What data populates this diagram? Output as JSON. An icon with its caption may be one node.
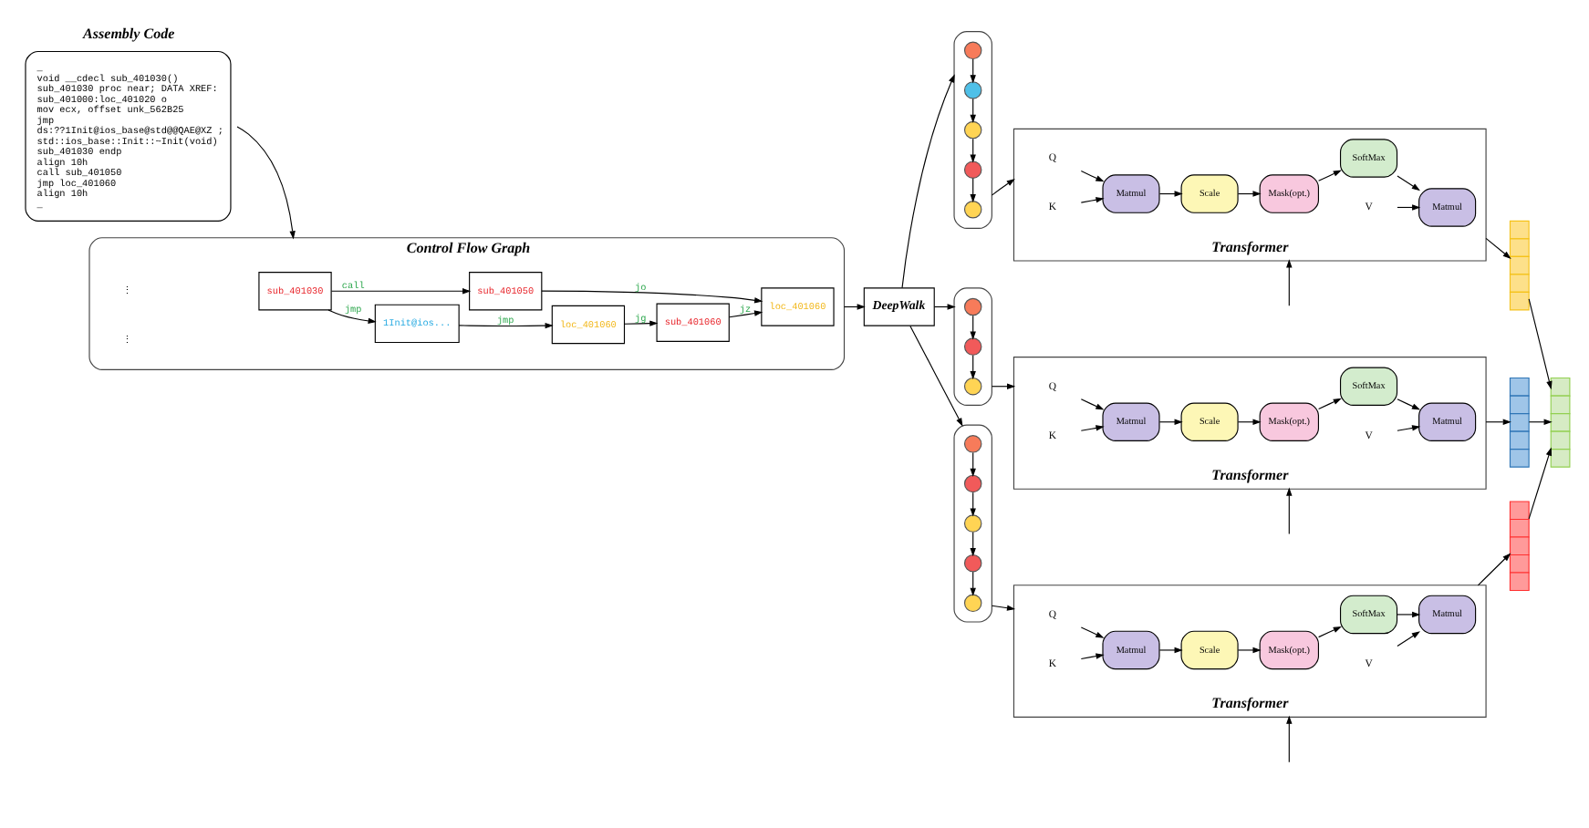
{
  "diagram": {
    "nodes": [
      {
        "text": [
          "Assembly Code",
          "_",
          "void __cdecl sub_401030()",
          "sub_401030 proc near; DATA XREF:",
          "sub_401000:loc_401020 o",
          "mov ecx, offset unk_562B25",
          "jmp",
          "ds:??1Init@ios_base@std@@QAE@XZ ;",
          "std::ios_base::Init::~Init(void)",
          "sub_401030 endp",
          "align 10h",
          "call sub_401050",
          "jmp loc_401060",
          "align 10h",
          "_"
        ]
      },
      {
        "text": [
          "Control Flow Graph"
        ]
      },
      {
        "text": [
          "sub_401030"
        ],
        "in": 1
      },
      {
        "text": [
          "1Init@ios..."
        ],
        "in": 1
      },
      {
        "text": [
          "sub_401050"
        ],
        "in": 1
      },
      {
        "text": [
          "loc_401060"
        ],
        "in": 1
      },
      {
        "text": [
          "sub_401060"
        ],
        "in": 1
      },
      {
        "text": [
          "loc_401060"
        ],
        "in": 1
      },
      {
        "text": [
          "DeepWalk"
        ]
      },
      {
        "text": [],
        "shape": "box"
      },
      {
        "text": [],
        "shape": "circle",
        "in": 9
      },
      {
        "text": [],
        "shape": "circle",
        "in": 9
      },
      {
        "text": [],
        "shape": "circle",
        "in": 9
      },
      {
        "text": [],
        "shape": "circle",
        "in": 9
      },
      {
        "text": [],
        "shape": "circle",
        "in": 9
      },
      {
        "text": [],
        "shape": "box"
      },
      {
        "text": [],
        "shape": "circle",
        "in": 15
      },
      {
        "text": [],
        "shape": "circle",
        "in": 15
      },
      {
        "text": [],
        "shape": "circle",
        "in": 15
      },
      {
        "text": [],
        "shape": "box"
      },
      {
        "text": [],
        "shape": "circle",
        "in": 19
      },
      {
        "text": [],
        "shape": "circle",
        "in": 19
      },
      {
        "text": [],
        "shape": "circle",
        "in": 19
      },
      {
        "text": [],
        "shape": "circle",
        "in": 19
      },
      {
        "text": [],
        "shape": "circle",
        "in": 19
      },
      {
        "text": [
          "Transformer"
        ]
      },
      {
        "text": [
          "Q"
        ],
        "in": 25
      },
      {
        "text": [
          "K"
        ],
        "in": 25
      },
      {
        "text": [
          "V"
        ],
        "in": 25
      },
      {
        "text": [
          "Matmul"
        ],
        "in": 25
      },
      {
        "text": [
          "Scale"
        ],
        "in": 25
      },
      {
        "text": [
          "Mask(opt.)"
        ],
        "in": 25
      },
      {
        "text": [
          "SoftMax"
        ],
        "in": 25
      },
      {
        "text": [
          "Matmul"
        ],
        "in": 25
      },
      {
        "text": [
          "Transformer"
        ]
      },
      {
        "text": [
          "Q"
        ],
        "in": 34
      },
      {
        "text": [
          "K"
        ],
        "in": 34
      },
      {
        "text": [
          "V"
        ],
        "in": 34
      },
      {
        "text": [
          "Matmul"
        ],
        "in": 34
      },
      {
        "text": [
          "Scale"
        ],
        "in": 34
      },
      {
        "text": [
          "Mask(opt.)"
        ],
        "in": 34
      },
      {
        "text": [
          "SoftMax"
        ],
        "in": 34
      },
      {
        "text": [
          "Matmul"
        ],
        "in": 34
      },
      {
        "text": [
          "Transformer"
        ]
      },
      {
        "text": [
          "Q"
        ],
        "in": 43
      },
      {
        "text": [
          "K"
        ],
        "in": 43
      },
      {
        "text": [
          "V"
        ],
        "in": 43
      },
      {
        "text": [
          "Matmul"
        ],
        "in": 43
      },
      {
        "text": [
          "Scale"
        ],
        "in": 43
      },
      {
        "text": [
          "Mask(opt.)"
        ],
        "in": 43
      },
      {
        "text": [
          "SoftMax"
        ],
        "in": 43
      },
      {
        "text": [
          "Matmul"
        ],
        "in": 43
      },
      {
        "text": [],
        "shape": "bar"
      },
      {
        "text": [],
        "shape": "bar"
      },
      {
        "text": [],
        "shape": "bar"
      },
      {
        "text": [],
        "shape": "bar"
      }
    ],
    "edges": [
      {
        "from": 0,
        "to": 1,
        "arrow": "to"
      },
      {
        "from": 2,
        "to": 3,
        "label": "jmp",
        "arrow": "to"
      },
      {
        "from": 2,
        "to": 4,
        "label": "call",
        "arrow": "to"
      },
      {
        "from": 3,
        "to": 5,
        "label": "jmp",
        "arrow": "to"
      },
      {
        "from": 5,
        "to": 6,
        "label": "jg",
        "arrow": "to"
      },
      {
        "from": 6,
        "to": 7,
        "label": "jz",
        "arrow": "to"
      },
      {
        "from": 4,
        "to": 7,
        "label": "jo",
        "arrow": "to"
      },
      {
        "from": 1,
        "to": 8,
        "arrow": "to"
      },
      {
        "from": 8,
        "to": 9,
        "arrow": "to"
      },
      {
        "from": 8,
        "to": 15,
        "arrow": "to"
      },
      {
        "from": 8,
        "to": 19,
        "arrow": "to"
      },
      {
        "from": 10,
        "to": 11,
        "arrow": "to"
      },
      {
        "from": 11,
        "to": 12,
        "arrow": "to"
      },
      {
        "from": 12,
        "to": 13,
        "arrow": "to"
      },
      {
        "from": 13,
        "to": 14,
        "arrow": "to"
      },
      {
        "from": 16,
        "to": 17,
        "arrow": "to"
      },
      {
        "from": 17,
        "to": 18,
        "arrow": "to"
      },
      {
        "from": 20,
        "to": 21,
        "arrow": "to"
      },
      {
        "from": 21,
        "to": 22,
        "arrow": "to"
      },
      {
        "from": 22,
        "to": 23,
        "arrow": "to"
      },
      {
        "from": 23,
        "to": 24,
        "arrow": "to"
      },
      {
        "from": 9,
        "to": 25,
        "arrow": "to"
      },
      {
        "from": 15,
        "to": 34,
        "arrow": "to"
      },
      {
        "from": 19,
        "to": 43,
        "arrow": "to"
      },
      {
        "from": null,
        "to": 25,
        "arrow": "to"
      },
      {
        "from": null,
        "to": 34,
        "arrow": "to"
      },
      {
        "from": null,
        "to": 43,
        "arrow": "to"
      },
      {
        "from": 26,
        "to": 29,
        "arrow": "to"
      },
      {
        "from": 27,
        "to": 29,
        "arrow": "to"
      },
      {
        "from": 29,
        "to": 30,
        "arrow": "to"
      },
      {
        "from": 30,
        "to": 31,
        "arrow": "to"
      },
      {
        "from": 31,
        "to": 32,
        "arrow": "to"
      },
      {
        "from": 32,
        "to": 33,
        "arrow": "to"
      },
      {
        "from": 28,
        "to": 33,
        "arrow": "to"
      },
      {
        "from": 35,
        "to": 38,
        "arrow": "to"
      },
      {
        "from": 36,
        "to": 38,
        "arrow": "to"
      },
      {
        "from": 38,
        "to": 39,
        "arrow": "to"
      },
      {
        "from": 39,
        "to": 40,
        "arrow": "to"
      },
      {
        "from": 40,
        "to": 41,
        "arrow": "to"
      },
      {
        "from": 41,
        "to": 42,
        "arrow": "to"
      },
      {
        "from": 37,
        "to": 42,
        "arrow": "to"
      },
      {
        "from": 44,
        "to": 47,
        "arrow": "to"
      },
      {
        "from": 45,
        "to": 47,
        "arrow": "to"
      },
      {
        "from": 47,
        "to": 48,
        "arrow": "to"
      },
      {
        "from": 48,
        "to": 49,
        "arrow": "to"
      },
      {
        "from": 49,
        "to": 50,
        "arrow": "to"
      },
      {
        "from": 50,
        "to": 51,
        "arrow": "to"
      },
      {
        "from": 46,
        "to": 51,
        "arrow": "to"
      },
      {
        "from": 25,
        "to": 52,
        "arrow": "to"
      },
      {
        "from": 34,
        "to": 53,
        "arrow": "to"
      },
      {
        "from": 43,
        "to": 54,
        "arrow": "to"
      },
      {
        "from": 52,
        "to": 55,
        "arrow": "to"
      },
      {
        "from": 53,
        "to": 55,
        "arrow": "to"
      },
      {
        "from": 54,
        "to": 55,
        "arrow": "to"
      }
    ],
    "labels": [
      "⋮",
      "⋮"
    ]
  }
}
